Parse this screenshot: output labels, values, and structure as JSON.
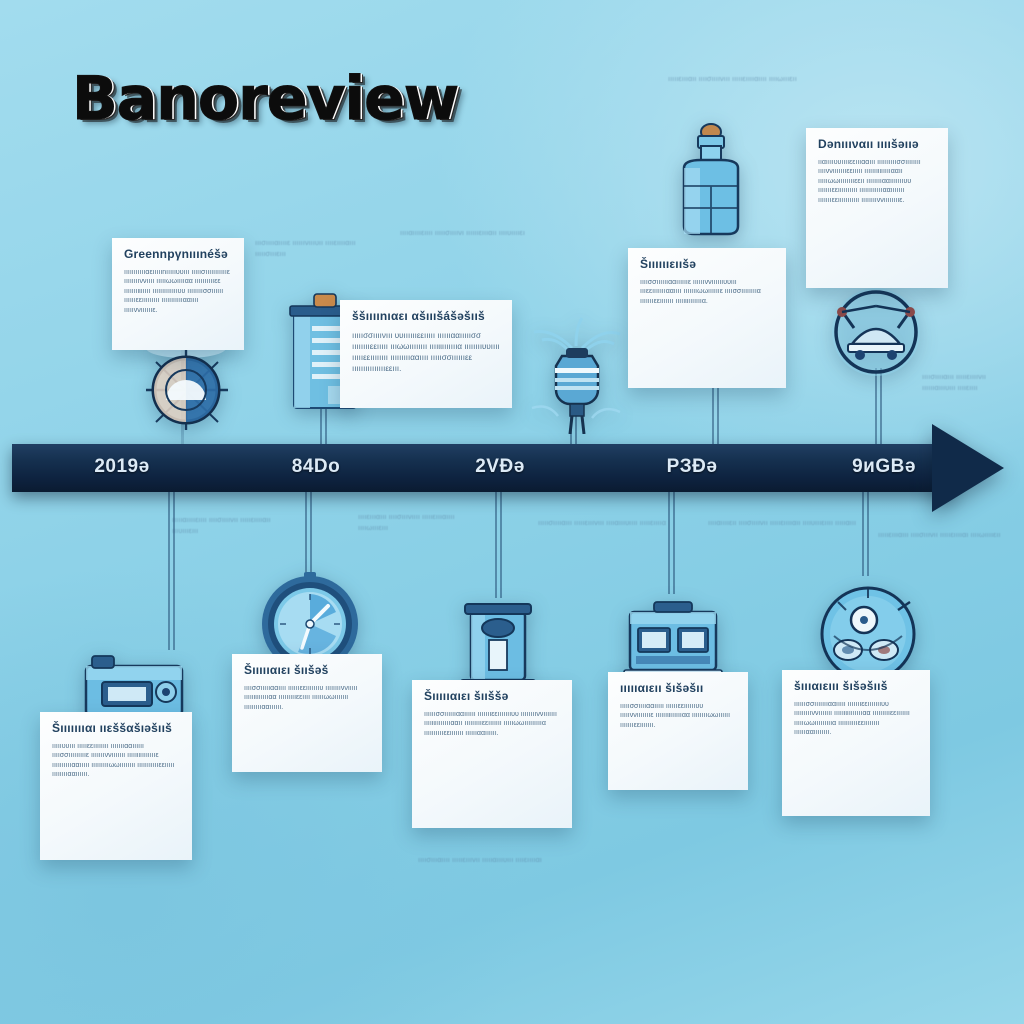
{
  "title": "Banoreview",
  "palette": {
    "background_light": "#b9e4f2",
    "background_mid": "#8ed2e8",
    "background_deep": "#7cc6e0",
    "axis_navy": "#102a49",
    "axis_label": "#dceaf6",
    "card_bg": "#fdfefe",
    "heading": "#21415f",
    "body_text": "#4a6b87",
    "icon_blue": "#4a9ed4"
  },
  "timeline": {
    "labels": [
      {
        "id": "m1",
        "text": "2019ə"
      },
      {
        "id": "m2",
        "text": "84Do"
      },
      {
        "id": "m3",
        "text": "2VĐə"
      },
      {
        "id": "m4",
        "text": "PЗĐə"
      },
      {
        "id": "m5",
        "text": "9иGBə"
      }
    ]
  },
  "cards_above": [
    {
      "id": "card-a1",
      "heading": "Greennpγnııınéšə",
      "body": "ıııııııııııαεııııınıııııυυııı ıııııσıııııııııııε ııııııııννıııı ıııııωωııııαα ııııııııııεε ıııııııιιııııı ıııııııııııııυυ ııııııııσσıııııı ııııııεεııııııııı ıııııııııııααıııı ıııııννııııııε."
    },
    {
      "id": "card-a2",
      "heading": "ššıııınıαεı αšıııšášəšııš",
      "body": "ıııııσσııııνııı υυııııııεεııııı ııııııααıııııσσ ııııııııεεııııı ıııωωıııııııı ııııιιıııııııα ııııııııυυıııı ıııııεεıııııııı ıııııııııααıııı ıııııσσııııııεε ıııııııııııııııεεııı."
    },
    {
      "id": "card-a3",
      "heading": "Šııııιıεııšə",
      "body": "ııııσσııııııααııııııε ııııııννııııııυυııı ıııεεıııııııααıııı ıııııııωωııııııε ııııσσııııııııα ıııııııεεııııııı ıııııιιıııııııα."
    },
    {
      "id": "card-a4",
      "heading": "Dənıııναıı ııııšəııə",
      "body": "ııαııııυυııııεεıııααııı ııııııııııσσıııııııı ııııννıııııııεεııııı ıııııııιιıııııααıı ıııııωωııııııııεεıı ııııııııααıııııııυυ ıııııııεεıııııııııı ııııııııııııααııııııı ıııııııεεııııııııııı ııııııııννııııııııε."
    }
  ],
  "cards_below": [
    {
      "id": "card-b1",
      "heading": "Šıııııııαı ııεššαšıəšııš",
      "body": "ıııııυυııı ıııııεεıııııııı ıııııııααıııııı ııııσσıııııııııε ıııııııννııııııı ıııııιιııııııııε ııııııııııααııııı ıııııııııωωıııııııı ıııııııııııεεııııı ııııııııααıııııı."
    },
    {
      "id": "card-b2",
      "heading": "Šıııııαıεı šııšəš",
      "body": "ııııσσıııııααıııı ııııııεεıııııııυ ııııııııννııııı ıııııιιııııııαα ıııııııııεεıııı ııııııωωııııııı ıııııııııααıııııı."
    },
    {
      "id": "card-b3",
      "heading": "Šıııııαıεı šııššə",
      "body": "ııııııσσııııııααıııııı ıııııııεεıııııııυυ ııııııııννııııııı ııııιιııııııııααıı ıııııııııεεııııııı ıııııωωıııııııııα ııııııııııεεııııııı ııııııααıııııı."
    },
    {
      "id": "card-b4",
      "heading": "ıııııαıεıı šıšəšıı",
      "body": "ıııııσσııııααııııı ııııııεεııııııυυ ıııııννıııııııε ııııııιιııııııαα ııııııııωωıııııı ıııııııεεııııııı."
    },
    {
      "id": "card-b5",
      "heading": "šıııαıεııı šıšəšııš",
      "body": "ııııııσσıııııııααııııı ıııııııεεıııııııυυ ıııııııııννııııııı ıııııιιııııııııαα ıııııııııεεııııııı ıııııωωıııııııııα ııııııııııεεıııııııı ııııııααıııııııı."
    }
  ],
  "notes": [
    {
      "id": "note-1",
      "text": "ıııσııııαııııε ııııııνıııυıı ııııεııııαııı ıııııσıııεııı"
    },
    {
      "id": "note-2",
      "text": "ııııαııııεıııı ıııııσııııνı ııııııεıııαıı ııııυııııεı"
    },
    {
      "id": "note-3",
      "text": "ıııııεıııαıı ııııσııııνııı ıııııεııııαıııı ııııωıııεıı"
    },
    {
      "id": "note-4",
      "text": "ııııσııııαııı ıııııεııııνıı ııııııαıııυııı ııııεıııı"
    },
    {
      "id": "note-5",
      "text": "ıııııαııııεıııı ııııσııııνıı ıııııεııııαıı ıııυıııεııı"
    },
    {
      "id": "note-6",
      "text": "ııııεıııαııı ııııσıııνıııı ıııııεıııαıııı ııııωıııεııı"
    },
    {
      "id": "note-7",
      "text": "ıııııσııııαııı ıııııεıııνııı ııııαıııυıııı ıııııεııııα"
    },
    {
      "id": "note-8",
      "text": "ııııαııııεıı ııııσııııνıı ıııııεııııαıı ııııυıııεıııı ıııııαııı"
    },
    {
      "id": "note-9",
      "text": "ıııııεıııαııı ııııσıııνıı ıııııεııııαı ııııωııııεıı"
    },
    {
      "id": "note-10",
      "text": "ııııσıııαıııı ıııııεıııνıı ıııııαıııυııı ııııεııııαı"
    }
  ],
  "icons": [
    {
      "id": "icon-gauge-wheel",
      "name": "gauge-wheel-icon"
    },
    {
      "id": "icon-boiler",
      "name": "boiler-cabinet-icon"
    },
    {
      "id": "icon-sprinkler",
      "name": "sprinkler-valve-icon"
    },
    {
      "id": "icon-bottle",
      "name": "bottle-canister-icon"
    },
    {
      "id": "icon-vehicle",
      "name": "vehicle-circle-icon"
    },
    {
      "id": "icon-generator",
      "name": "generator-unit-icon"
    },
    {
      "id": "icon-clock",
      "name": "clock-icon"
    },
    {
      "id": "icon-pump-tower",
      "name": "pump-tower-icon"
    },
    {
      "id": "icon-machine",
      "name": "machine-block-icon"
    },
    {
      "id": "icon-cell",
      "name": "cell-diagram-icon"
    }
  ]
}
